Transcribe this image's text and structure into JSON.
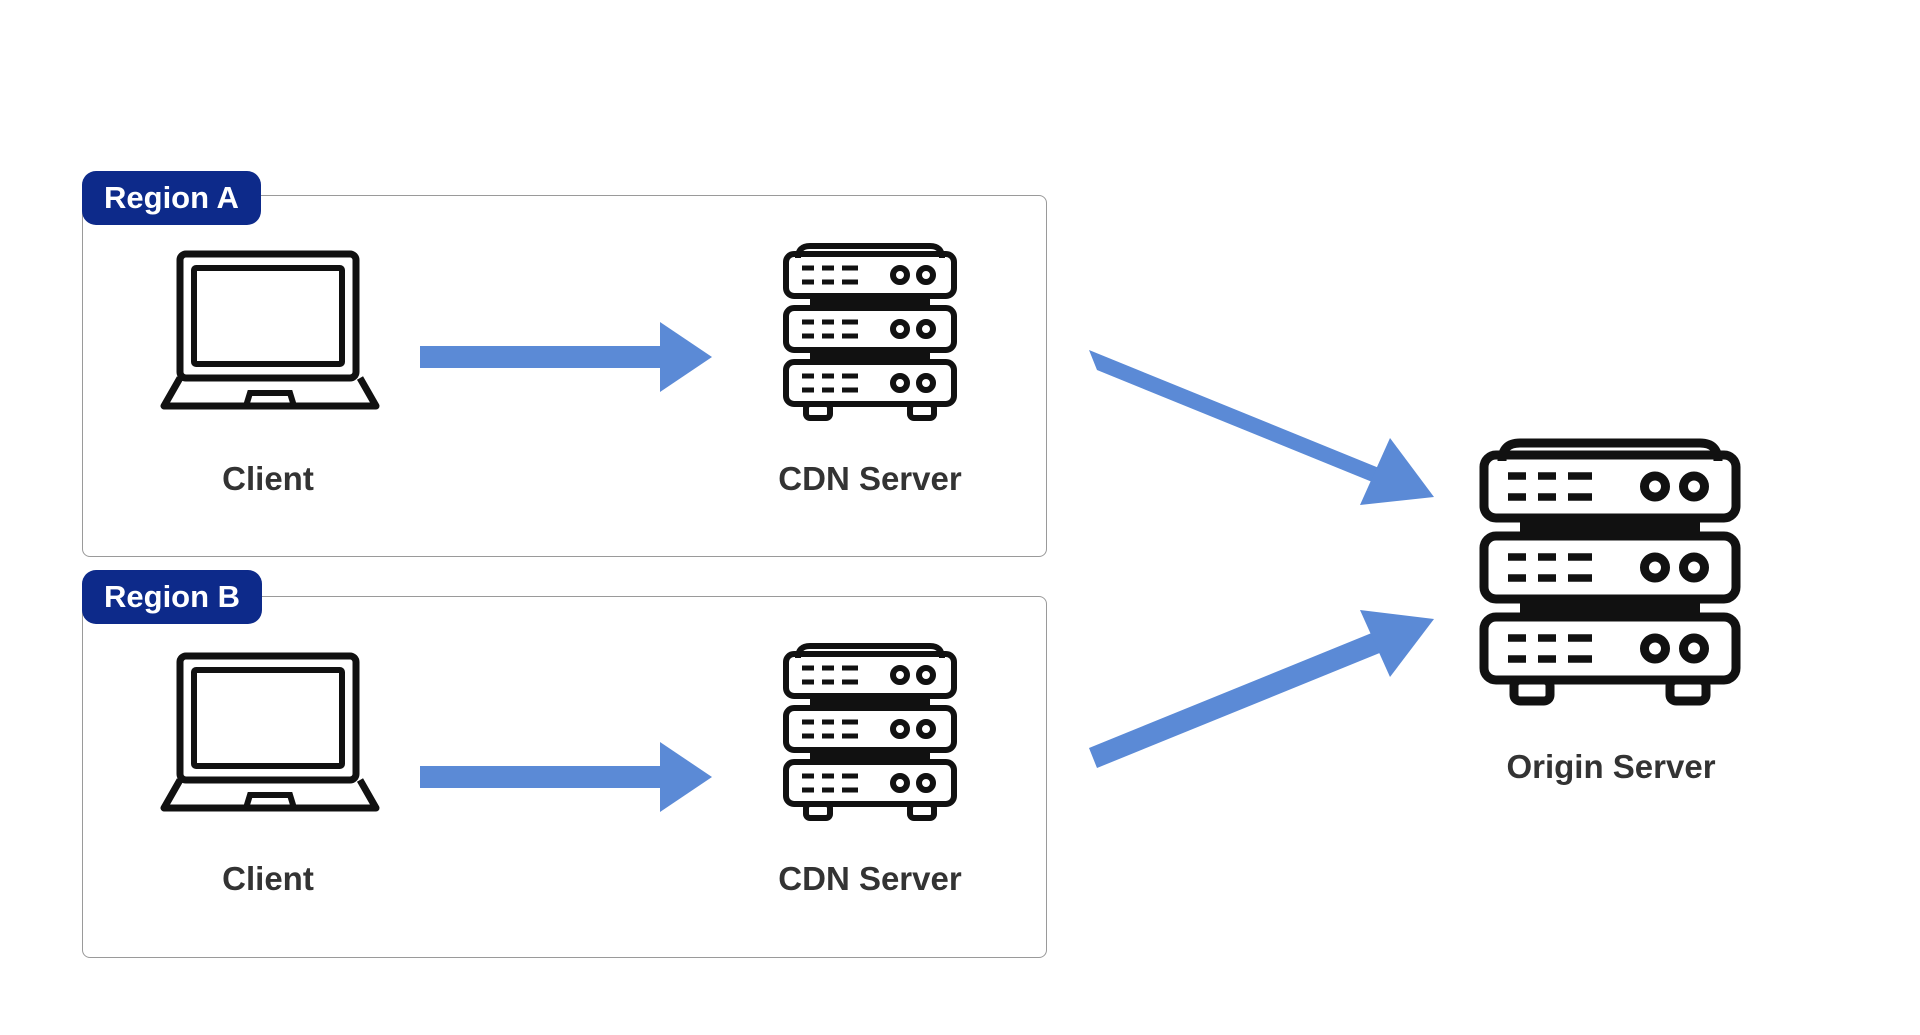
{
  "regions": [
    {
      "badge": "Region A",
      "client_label": "Client",
      "cdn_label": "CDN Server"
    },
    {
      "badge": "Region B",
      "client_label": "Client",
      "cdn_label": "CDN Server"
    }
  ],
  "origin": {
    "label": "Origin Server"
  },
  "icons": {
    "client": "laptop-icon",
    "cdn": "server-rack-icon",
    "origin": "server-rack-icon"
  },
  "colors": {
    "badge_bg": "#0d2a8a",
    "arrow": "#5b8ad6",
    "icon_stroke": "#111111",
    "label_text": "#333333"
  }
}
